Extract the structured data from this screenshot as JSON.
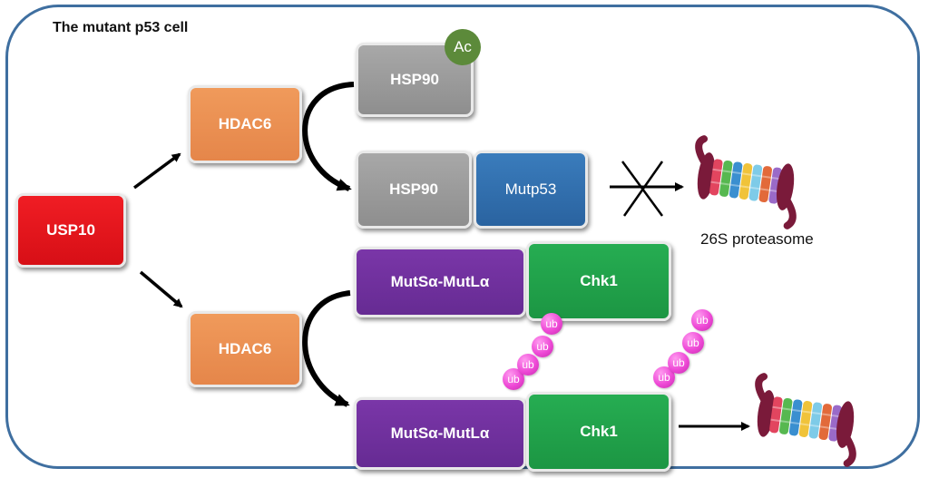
{
  "title": "The mutant p53 cell",
  "nodes": {
    "usp10": "USP10",
    "hdac6_top": "HDAC6",
    "hdac6_bottom": "HDAC6",
    "hsp90_acetylated": "HSP90",
    "acetyl_badge": "Ac",
    "hsp90_bound": "HSP90",
    "mutp53": "Mutp53",
    "mutsa_mutla_top": "MutSα-MutLα",
    "chk1_top": "Chk1",
    "mutsa_mutla_bottom": "MutSα-MutLα",
    "chk1_bottom": "Chk1"
  },
  "ubiquitin_label": "ub",
  "proteasome_label": "26S proteasome",
  "colors": {
    "usp10": "#e8141b",
    "hdac6": "#e98f4f",
    "hsp90": "#9b9b9b",
    "mutp53": "#2f6fae",
    "acetyl": "#5c8a3a",
    "muts": "#6f2f9a",
    "chk1": "#1fa14a",
    "ubiquitin": "#ee49d6",
    "frame": "#3f6fa0"
  }
}
